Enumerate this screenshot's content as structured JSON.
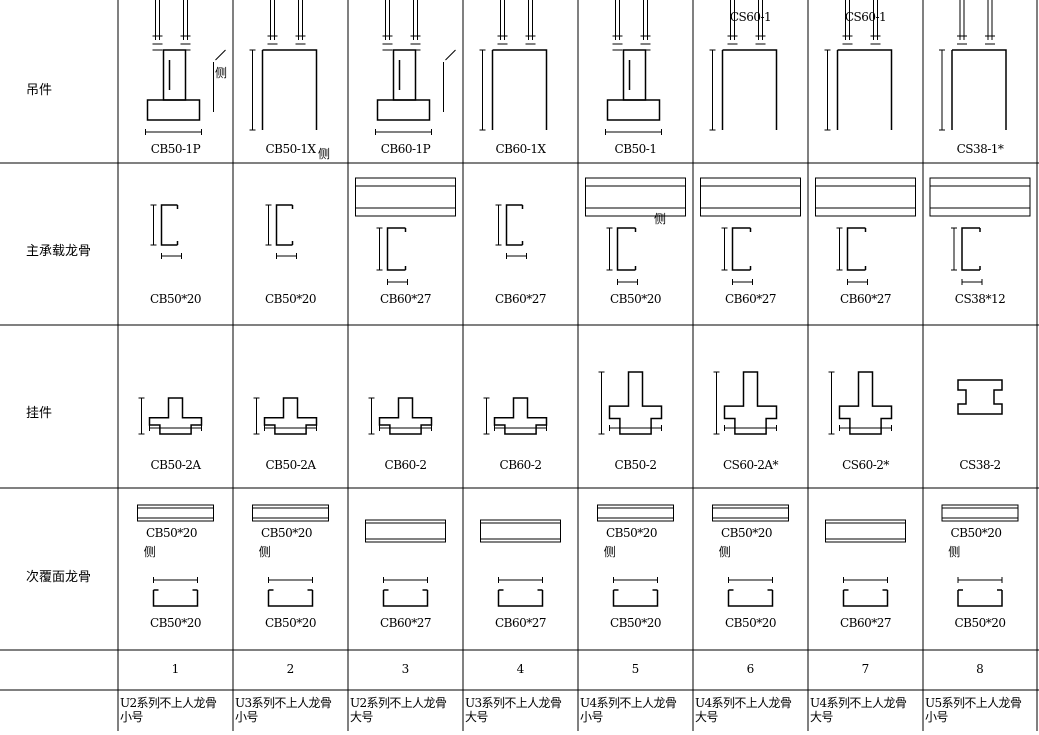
{
  "row_labels": [
    "吊件",
    "主承载龙骨",
    "挂件",
    "次覆面龙骨"
  ],
  "hanger_captions": [
    "CB50-1P",
    "CB50-1X",
    "CB60-1P",
    "CB60-1X",
    "CB50-1",
    "",
    "",
    "CS38-1*"
  ],
  "hanger_top_labels": [
    "",
    "",
    "",
    "",
    "",
    "CS60-1",
    "CS60-1",
    ""
  ],
  "main_captions": [
    "CB50*20",
    "CB50*20",
    "CB60*27",
    "CB60*27",
    "CB50*20",
    "CB60*27",
    "CB60*27",
    "CS38*12"
  ],
  "pendant_captions": [
    "CB50-2A",
    "CB50-2A",
    "CB60-2",
    "CB60-2",
    "CB50-2",
    "CS60-2A*",
    "CS60-2*",
    "CS38-2"
  ],
  "secondary_top_captions": [
    "CB50*20",
    "CB50*20",
    "",
    "",
    "CB50*20",
    "CB50*20",
    "",
    "CB50*20"
  ],
  "secondary_bottom_captions": [
    "CB50*20",
    "CB50*20",
    "CB60*27",
    "CB60*27",
    "CB50*20",
    "CB50*20",
    "CB60*27",
    "CB50*20"
  ],
  "side_mark": "侧",
  "numbers": [
    "1",
    "2",
    "3",
    "4",
    "5",
    "6",
    "7",
    "8"
  ],
  "descriptions": [
    [
      "U2系列不上人龙骨",
      "小号"
    ],
    [
      "U3系列不上人龙骨",
      "小号"
    ],
    [
      "U2系列不上人龙骨",
      "大号"
    ],
    [
      "U3系列不上人龙骨",
      "大号"
    ],
    [
      "U4系列不上人龙骨",
      "小号"
    ],
    [
      "U4系列不上人龙骨",
      "大号"
    ],
    [
      "U4系列不上人龙骨",
      "大号"
    ],
    [
      "U5系列不上人龙骨",
      "小号"
    ]
  ]
}
